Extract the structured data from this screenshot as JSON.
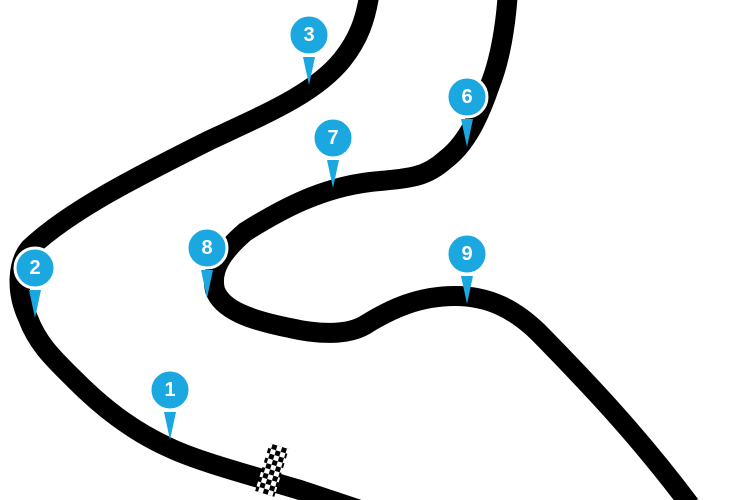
{
  "map": {
    "track_color": "#000000",
    "marker_color": "#1ba7e0",
    "marker_border_color": "#ffffff",
    "marker_text_color": "#ffffff",
    "finish_line_icon": "checkered-flag-finish-line"
  },
  "turns": [
    {
      "label": "1"
    },
    {
      "label": "2"
    },
    {
      "label": "3"
    },
    {
      "label": "6"
    },
    {
      "label": "7"
    },
    {
      "label": "8"
    },
    {
      "label": "9"
    }
  ]
}
